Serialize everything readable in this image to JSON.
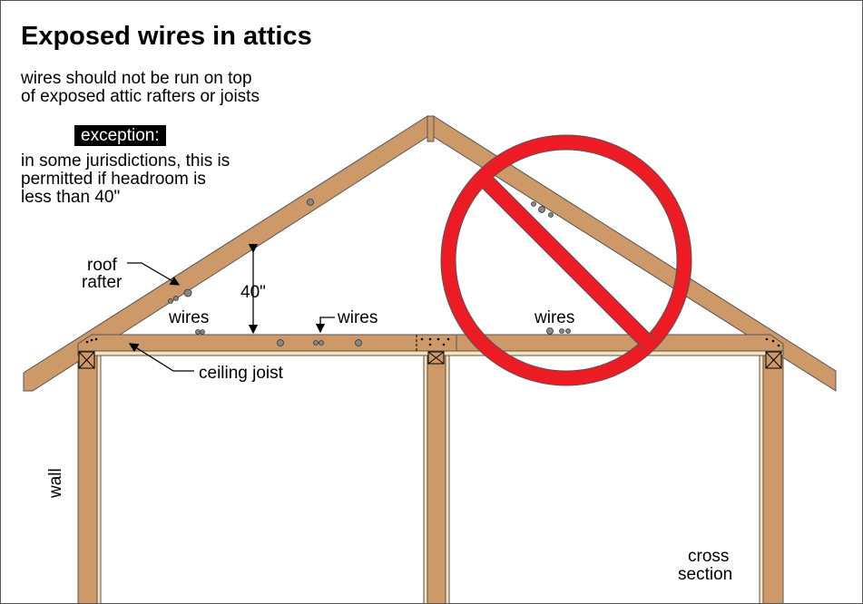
{
  "title": "Exposed wires in attics",
  "rule": [
    "wires should not be run on top",
    "of exposed attic rafters or joists"
  ],
  "exception_label": "exception:",
  "exception_text": [
    "in some jurisdictions, this is",
    "permitted if headroom is",
    "less than 40\""
  ],
  "labels": {
    "roof_rafter": [
      "roof",
      "rafter"
    ],
    "headroom": "40\"",
    "wires_left": "wires",
    "wires_middle": "wires",
    "wires_right": "wires",
    "ceiling_joist": "ceiling joist",
    "wall": "wall",
    "cross_section": [
      "cross",
      "section"
    ]
  },
  "colors": {
    "wood": "#cd9968",
    "prohibition": "#ed1c24",
    "plate": "#f7e3b8"
  }
}
